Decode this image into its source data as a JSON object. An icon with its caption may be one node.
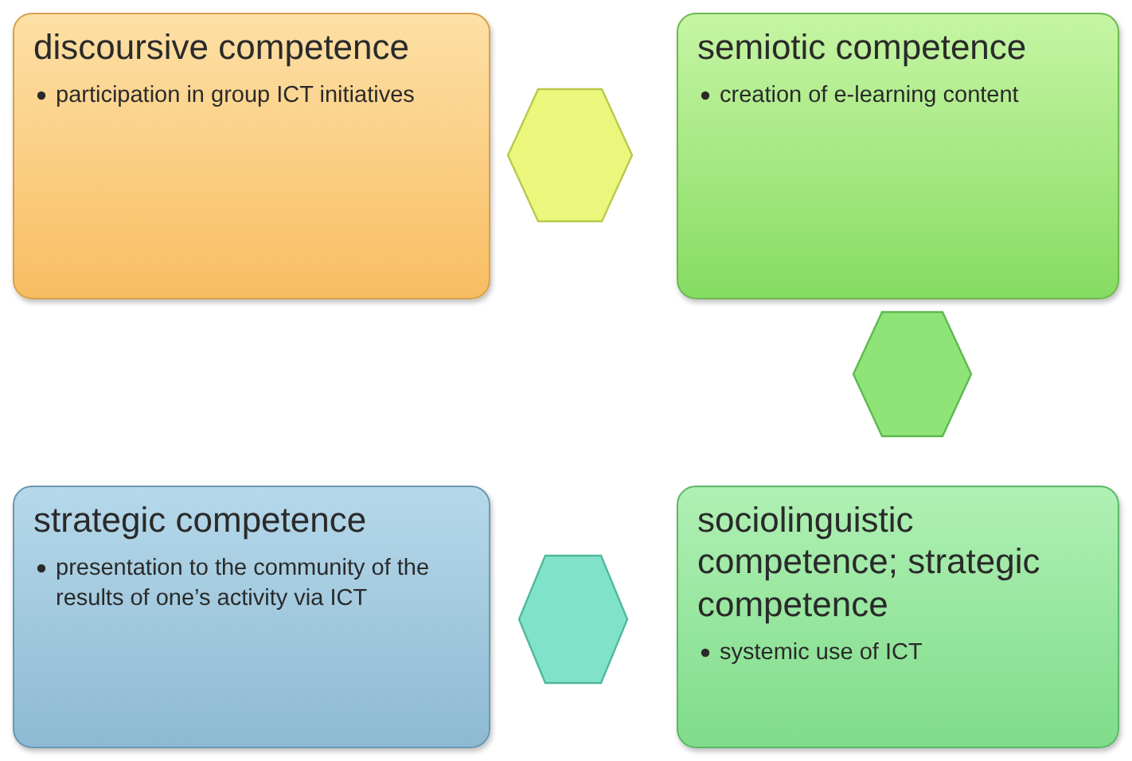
{
  "diagram": {
    "nodes": [
      {
        "text": [
          "discoursive competence",
          "participation in group ICT initiatives"
        ]
      },
      {
        "text": [],
        "shape": "hexagon"
      },
      {
        "text": [
          "semiotic competence",
          "creation of e-learning content"
        ]
      },
      {
        "text": [],
        "shape": "hexagon"
      },
      {
        "text": [
          "strategic competence",
          "presentation to the community of the results of one’s activity via ICT"
        ]
      },
      {
        "text": [],
        "shape": "hexagon"
      },
      {
        "text": [
          "sociolinguistic competence; strategic competence",
          "systemic use of ICT"
        ]
      }
    ]
  }
}
